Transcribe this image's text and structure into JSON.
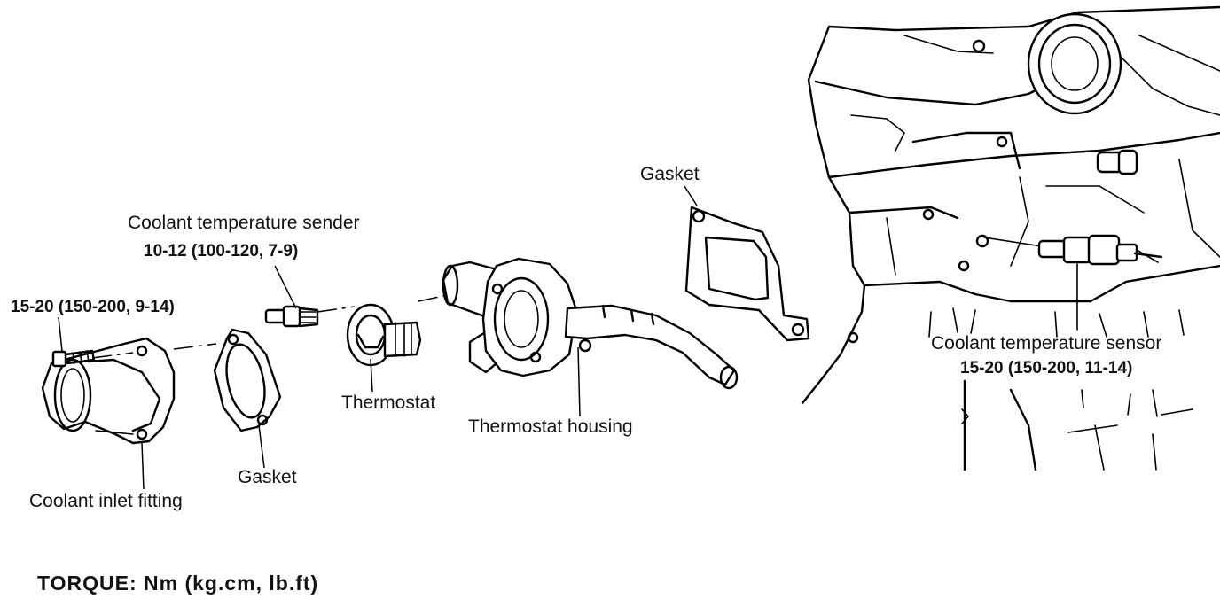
{
  "labels": {
    "sender_name": "Coolant temperature sender",
    "sender_torque": "10-12 (100-120, 7-9)",
    "bolt_torque": "15-20 (150-200, 9-14)",
    "thermostat": "Thermostat",
    "thermostat_housing": "Thermostat housing",
    "gasket_upper": "Gasket",
    "gasket_lower": "Gasket",
    "inlet_fitting": "Coolant inlet fitting",
    "sensor_name": "Coolant temperature sensor",
    "sensor_torque": "15-20 (150-200, 11-14)",
    "legend": "TORQUE: Nm (kg.cm, lb.ft)"
  }
}
